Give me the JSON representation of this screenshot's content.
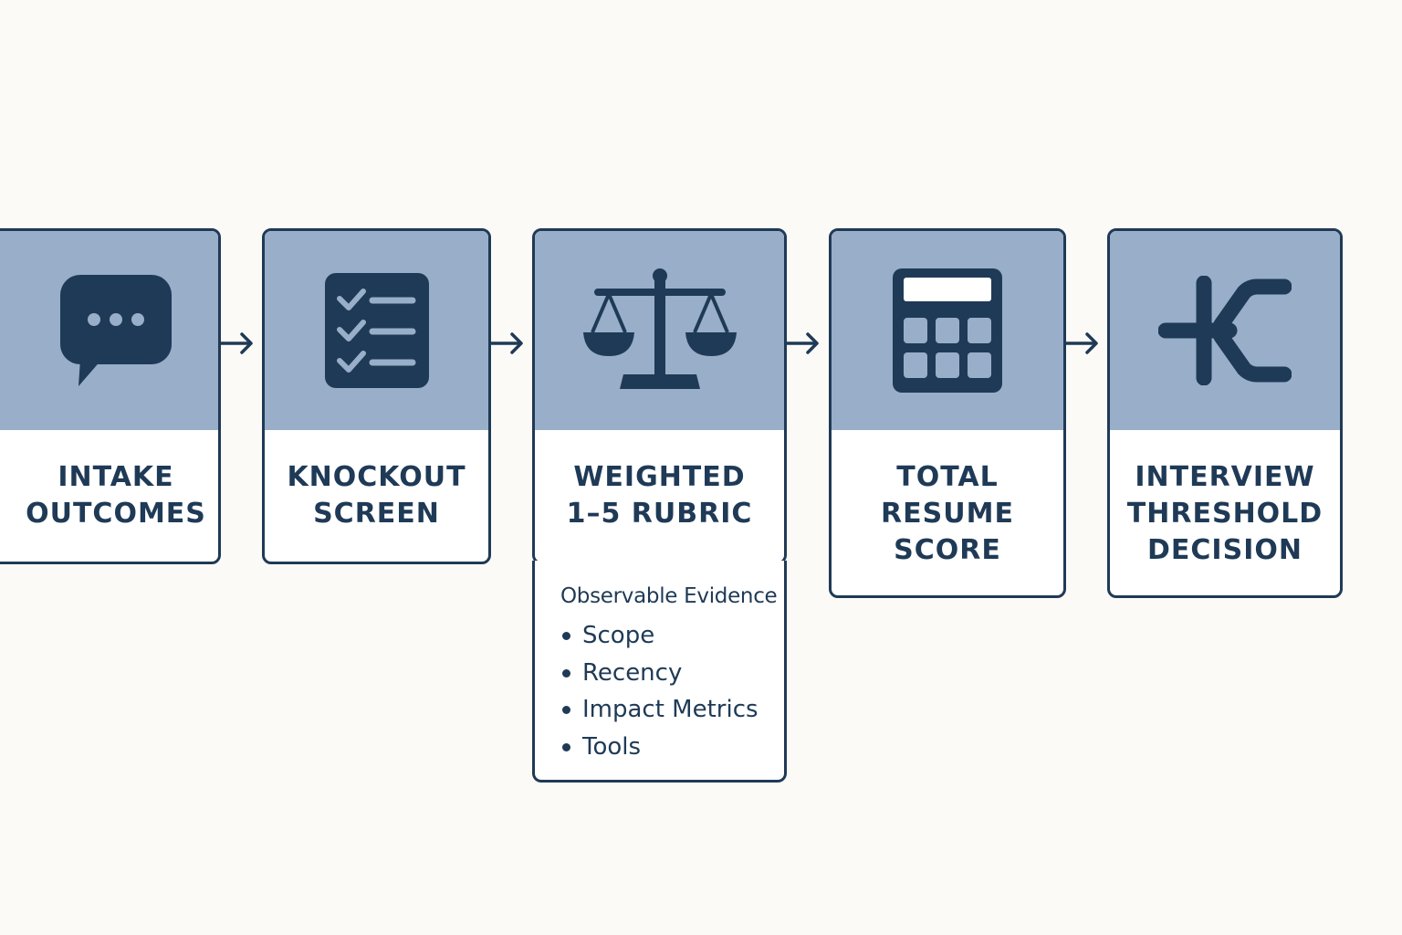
{
  "colors": {
    "background": "#fbfaf6",
    "card_top": "#98aec9",
    "ink": "#1f3a56",
    "card_body": "#ffffff"
  },
  "steps": [
    {
      "icon": "speech-bubble-icon",
      "label_lines": [
        "INTAKE",
        "OUTCOMES"
      ]
    },
    {
      "icon": "checklist-icon",
      "label_lines": [
        "KNOCKOUT",
        "SCREEN"
      ]
    },
    {
      "icon": "balance-scale-icon",
      "label_lines": [
        "WEIGHTED",
        "1–5 RUBRIC"
      ]
    },
    {
      "icon": "calculator-icon",
      "label_lines": [
        "TOTAL",
        "RESUME",
        "SCORE"
      ]
    },
    {
      "icon": "branching-decision-icon",
      "label_lines": [
        "INTERVIEW",
        "THRESHOLD",
        "DECISION"
      ]
    }
  ],
  "evidence": {
    "title": "Observable Evidence",
    "items": [
      "Scope",
      "Recency",
      "Impact Metrics",
      "Tools"
    ]
  }
}
